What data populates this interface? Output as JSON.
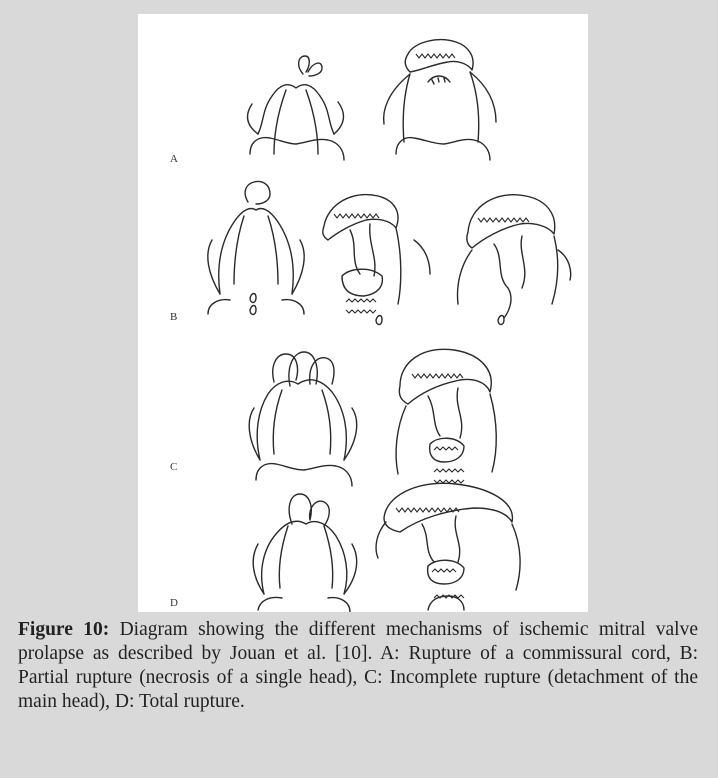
{
  "figure": {
    "panel_labels": [
      "A",
      "B",
      "C",
      "D"
    ],
    "caption_label": "Figure 10:",
    "caption_text": " Diagram showing the different mechanisms of ischemic mitral valve prolapse as described by Jouan et al. [10]. A: Rupture of a commissural cord, B: Partial rupture (necrosis of a single head), C: Incomplete rupture (detachment of the main head), D: Total rupture."
  }
}
